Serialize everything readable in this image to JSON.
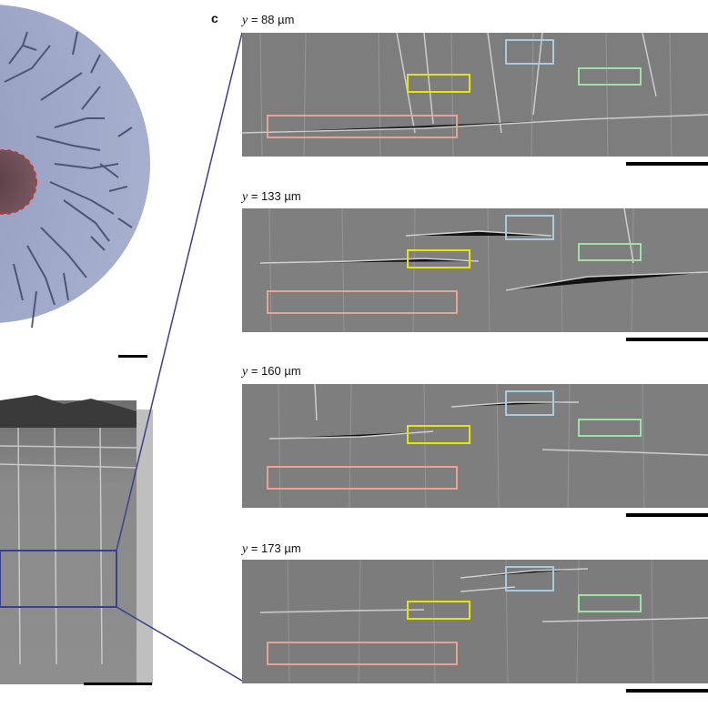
{
  "panel": {
    "label": "c"
  },
  "colors": {
    "box_blue": "#a9cbe0",
    "box_yellow": "#e6e600",
    "box_green": "#9ee0a8",
    "box_red": "#e8a296",
    "connector": "#3a3f8f",
    "dendrite_disc": "#9aa4c4",
    "red_outline": "#cc3333"
  },
  "sections": [
    {
      "name": "y",
      "equals": " = ",
      "value": "88 µm"
    },
    {
      "name": "y",
      "equals": " = ",
      "value": "133 µm"
    },
    {
      "name": "y",
      "equals": " = ",
      "value": "160 µm"
    },
    {
      "name": "y",
      "equals": " = ",
      "value": "173 µm"
    }
  ]
}
